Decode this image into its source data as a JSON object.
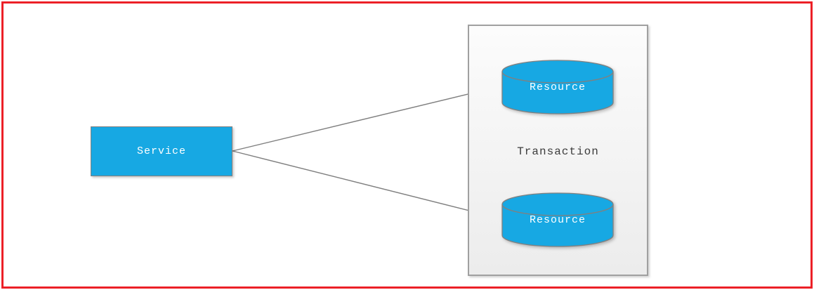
{
  "diagram": {
    "service": {
      "label": "Service"
    },
    "transaction": {
      "label": "Transaction"
    },
    "resources": [
      {
        "label": "Resource"
      },
      {
        "label": "Resource"
      }
    ],
    "connections": [
      {
        "from": "Service",
        "to": "Resource (top)"
      },
      {
        "from": "Service",
        "to": "Resource (bottom)"
      }
    ],
    "colors": {
      "shape_fill": "#17a8e3",
      "shape_border": "#808080",
      "container_border": "#a0a0a0",
      "arrow_color": "#7f7f7f",
      "frame_red": "#ec2027",
      "label_light": "#ffffff",
      "label_dark": "#3c3c3c"
    }
  }
}
